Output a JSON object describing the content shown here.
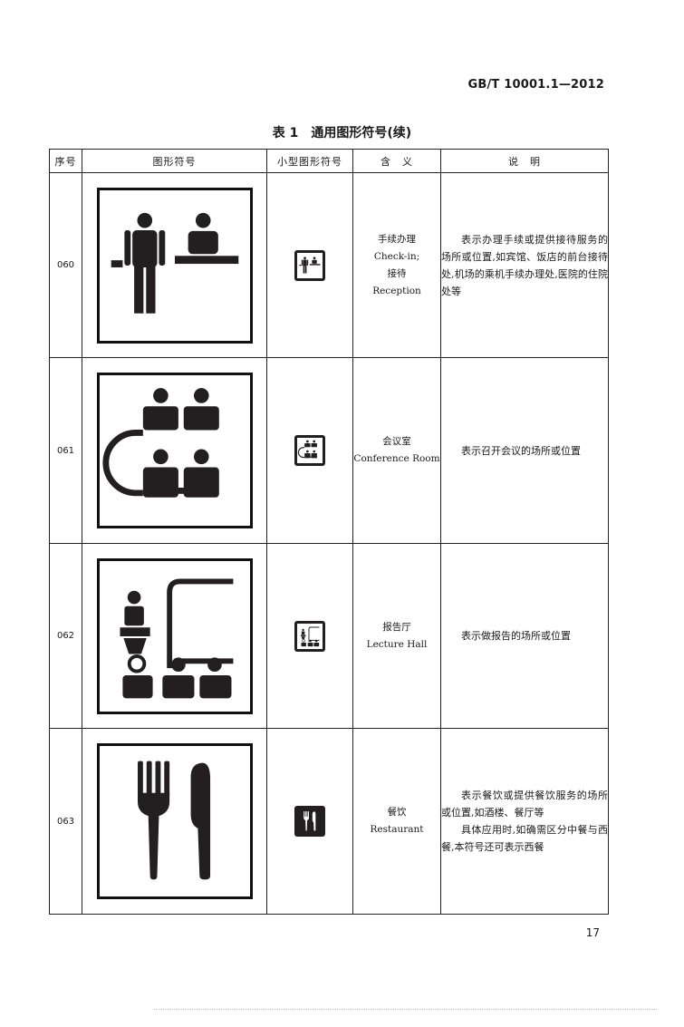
{
  "header": {
    "standard_number": "GB/T 10001.1—2012"
  },
  "table": {
    "title_number": "表 1",
    "title": "通用图形符号(续)",
    "columns": [
      "序号",
      "图形符号",
      "小型图形符号",
      "含　义",
      "说　明"
    ],
    "rows": [
      {
        "no": "060",
        "symbol_icon": "check-in-reception-icon",
        "meaning_lines": [
          "手续办理",
          "Check-in;",
          "接待",
          "Reception"
        ],
        "description_lines": [
          "表示办理手续或提供接待服务的场所或位置,如宾馆、饭店的前台接待处,机场的乘机手续办理处,医院的住院处等"
        ]
      },
      {
        "no": "061",
        "symbol_icon": "conference-room-icon",
        "meaning_lines": [
          "会议室",
          "Conference Room"
        ],
        "description_lines": [
          "表示召开会议的场所或位置"
        ]
      },
      {
        "no": "062",
        "symbol_icon": "lecture-hall-icon",
        "meaning_lines": [
          "报告厅",
          "Lecture Hall"
        ],
        "description_lines": [
          "表示做报告的场所或位置"
        ]
      },
      {
        "no": "063",
        "symbol_icon": "restaurant-icon",
        "meaning_lines": [
          "餐饮",
          "Restaurant"
        ],
        "description_lines": [
          "表示餐饮或提供餐饮服务的场所或位置,如酒楼、餐厅等",
          "具体应用时,如确需区分中餐与西餐,本符号还可表示西餐"
        ]
      }
    ]
  },
  "footer": {
    "page_number": "17"
  },
  "colors": {
    "symbol": "#231f20",
    "border": "#222222"
  }
}
